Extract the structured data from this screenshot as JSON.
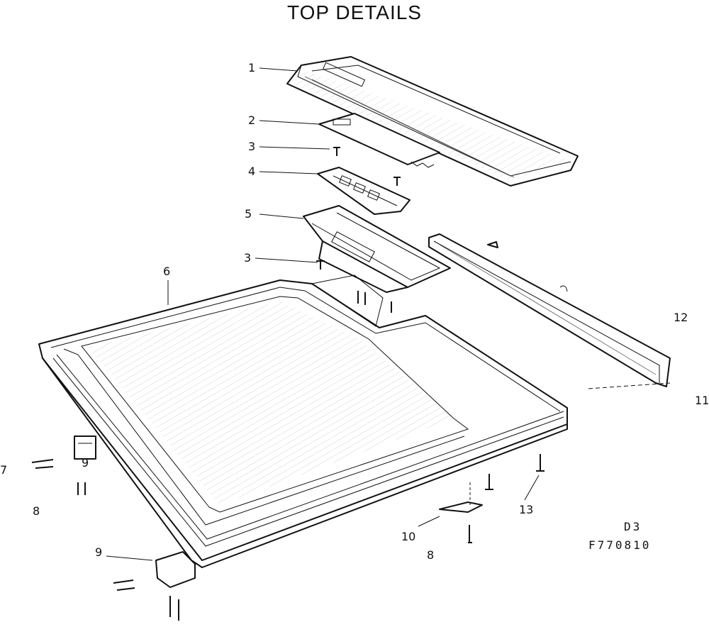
{
  "title": "TOP DETAILS",
  "callouts": [
    "1",
    "2",
    "3",
    "4",
    "5",
    "3",
    "6",
    "7",
    "8",
    "9",
    "10",
    "8",
    "9",
    "13",
    "12",
    "11"
  ],
  "diagram_code": "D3",
  "part_number": "F770810"
}
